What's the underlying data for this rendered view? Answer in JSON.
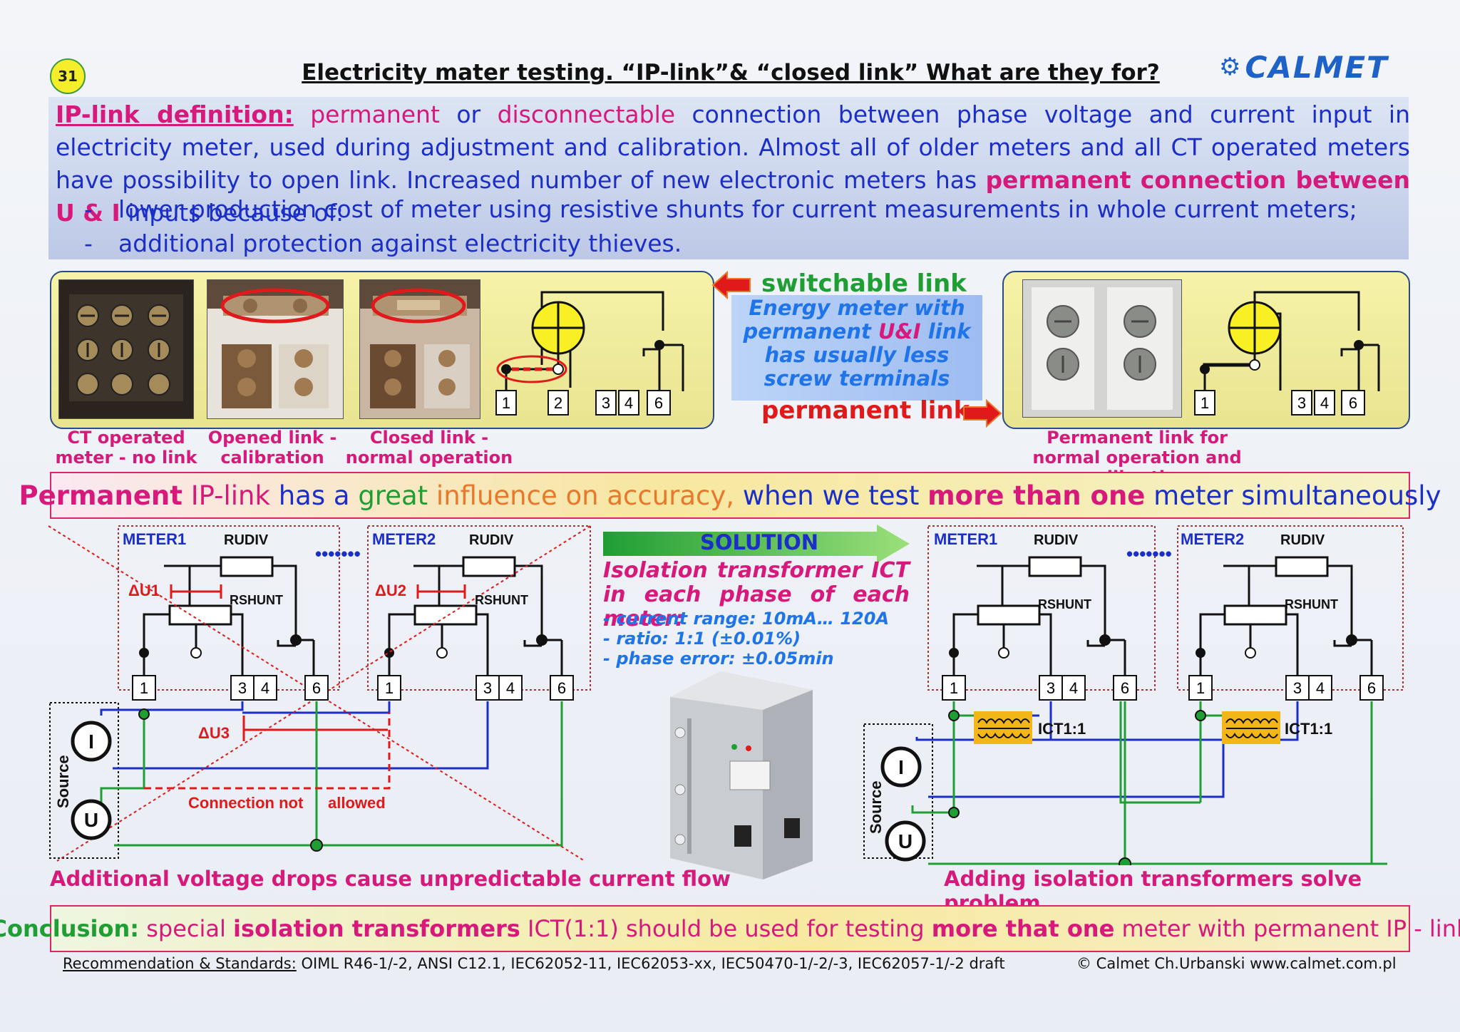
{
  "page_number": "31",
  "title": "Electricity mater testing. “IP-link”& “closed link” What are they for?",
  "logo": {
    "text": "CALMET",
    "icon": "calmet-gear-icon"
  },
  "definition": {
    "label": "IP-link definition:",
    "w1": "permanent",
    "w2": "or",
    "w3": "disconnectable",
    "rest1": "connection between phase voltage and current input in electricity meter, used during adjustment and calibration. Almost all of older meters and all CT operated meters have possibility to open link. Increased number of new electronic meters has",
    "highlight": "permanent connection between U & I",
    "rest2": "inputs because of:",
    "bullets": [
      "lower production cost of meter using resistive shunts for current measurements in whole current meters;",
      "additional protection against electricity thieves."
    ],
    "dash": "-"
  },
  "captions": {
    "ct": "CT operated meter - no link",
    "opened": "Opened link - calibration",
    "closed": "Closed link - normal operation",
    "permanent_normal": "Permanent link for normal operation and calibration"
  },
  "switchable_link": "switchable link",
  "permanent_link": "permanent link",
  "energy_note": {
    "a": "Energy meter with permanent",
    "hl": "U&I",
    "b": "link has usually less screw terminals"
  },
  "terminals_left": [
    "1",
    "2",
    "3",
    "4",
    "6"
  ],
  "terminals_right": [
    "1",
    "3",
    "4",
    "6"
  ],
  "banner": {
    "a": "Permanent",
    "b": "IP-link",
    "c": "has a",
    "d": "great",
    "e": "influence on accuracy,",
    "f": "when we test",
    "g": "more than one",
    "h": "meter simultaneously"
  },
  "diagram": {
    "meter1": "METER1",
    "meter2": "METER2",
    "rudiv": "RUDIV",
    "rshunt": "RSHUNT",
    "du1": "ΔU1",
    "du2": "ΔU2",
    "du3": "ΔU3",
    "dots": "•••••••",
    "source": "Source",
    "i": "I",
    "u": "U",
    "not_allowed_a": "Connection not",
    "not_allowed_b": "allowed",
    "terminals": [
      "1",
      "3",
      "4",
      "6"
    ],
    "ict": "ICT1:1"
  },
  "solution": {
    "label": "SOLUTION",
    "heading": "Isolation transformer ICT in each phase of each meter:",
    "specs": [
      "- current range: 10mA… 120A",
      "- ratio: 1:1 (±0.01%)",
      "- phase error: ±0.05min"
    ]
  },
  "bottom_left": "Additional voltage drops cause unpredictable current flow",
  "bottom_right": "Adding isolation transformers solve problem",
  "conclusion": {
    "a": "Conclusion:",
    "b": "special",
    "c": "isolation transformers",
    "d": "ICT(1:1) should be used for testing",
    "e": "more that one",
    "f": "meter with permanent IP - link"
  },
  "footer": {
    "label": "Recommendation & Standards:",
    "text": "OIML R46-1/-2, ANSI C12.1, IEC62052-11, IEC62053-xx, IEC50470-1/-2/-3, IEC62057-1/-2 draft",
    "copyright": "© Calmet Ch.Urbanski   www.calmet.com.pl"
  },
  "colors": {
    "pink": "#d6197a",
    "blue": "#1b2fc8",
    "green": "#1f9e34",
    "red": "#e01a1a",
    "yellow": "#f6ee2a"
  }
}
